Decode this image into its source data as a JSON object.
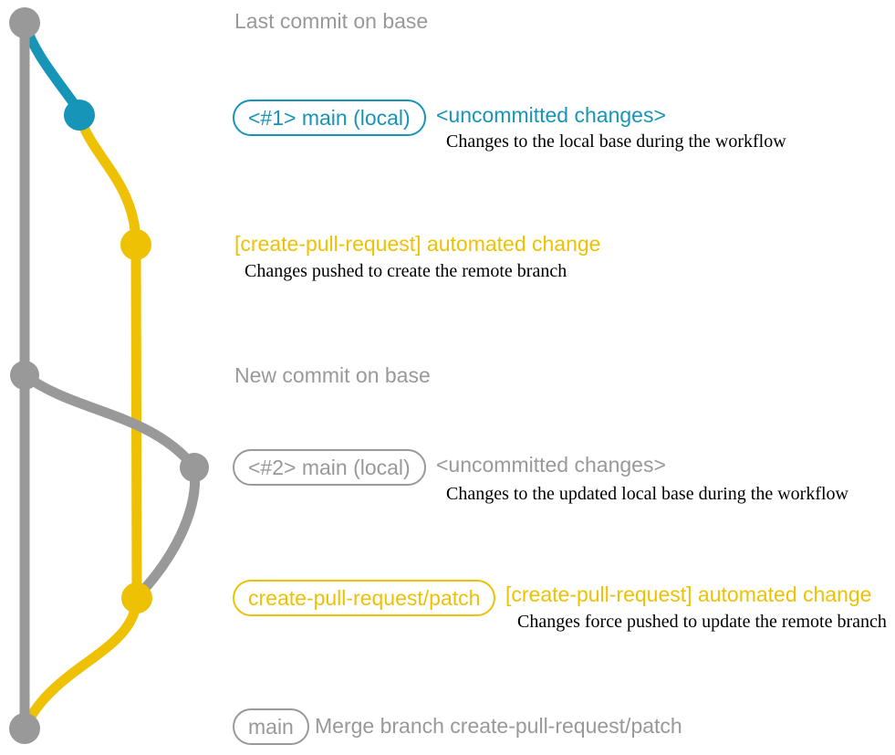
{
  "colors": {
    "gray": "#999999",
    "teal": "#1795b8",
    "yellow": "#eec104",
    "description_text": "#000000",
    "background": "#ffffff"
  },
  "graph": {
    "type": "git-branch-diagram",
    "branches": [
      {
        "name": "base",
        "color": "gray"
      },
      {
        "name": "main (local)",
        "color": "teal"
      },
      {
        "name": "create-pull-request/patch",
        "color": "yellow"
      }
    ],
    "commits": [
      {
        "id": "base-tip",
        "color": "gray"
      },
      {
        "id": "local-change-1",
        "color": "teal"
      },
      {
        "id": "automated-change-1",
        "color": "yellow"
      },
      {
        "id": "new-base-commit",
        "color": "gray"
      },
      {
        "id": "local-change-2",
        "color": "gray"
      },
      {
        "id": "automated-change-2",
        "color": "yellow"
      },
      {
        "id": "merge-commit",
        "color": "gray"
      }
    ],
    "edges": [
      {
        "from": "base-tip",
        "to": "local-change-1",
        "color": "teal"
      },
      {
        "from": "local-change-1",
        "to": "automated-change-1",
        "color": "yellow"
      },
      {
        "from": "automated-change-1",
        "to": "automated-change-2",
        "color": "yellow"
      },
      {
        "from": "automated-change-2",
        "to": "merge-commit",
        "color": "yellow"
      },
      {
        "from": "base-tip",
        "to": "merge-commit",
        "color": "gray"
      },
      {
        "from": "new-base-commit",
        "to": "local-change-2",
        "color": "gray"
      },
      {
        "from": "local-change-2",
        "to": "automated-change-2",
        "color": "gray"
      }
    ]
  },
  "annotations": {
    "last_commit": {
      "text": "Last commit on base"
    },
    "row1": {
      "branch_tag": "<#1> main (local)",
      "title": "<uncommitted changes>",
      "description": "Changes to the local base during the workflow"
    },
    "row2": {
      "title": "[create-pull-request] automated change",
      "description": "Changes pushed to create the remote branch"
    },
    "new_commit": {
      "text": "New commit on base"
    },
    "row3": {
      "branch_tag": "<#2> main (local)",
      "title": "<uncommitted changes>",
      "description": "Changes to the updated local base during the workflow"
    },
    "row4": {
      "branch_tag": "create-pull-request/patch",
      "title": "[create-pull-request] automated change",
      "description": "Changes force pushed to update the remote branch"
    },
    "merge": {
      "branch_tag": "main",
      "text": "Merge branch create-pull-request/patch"
    }
  }
}
